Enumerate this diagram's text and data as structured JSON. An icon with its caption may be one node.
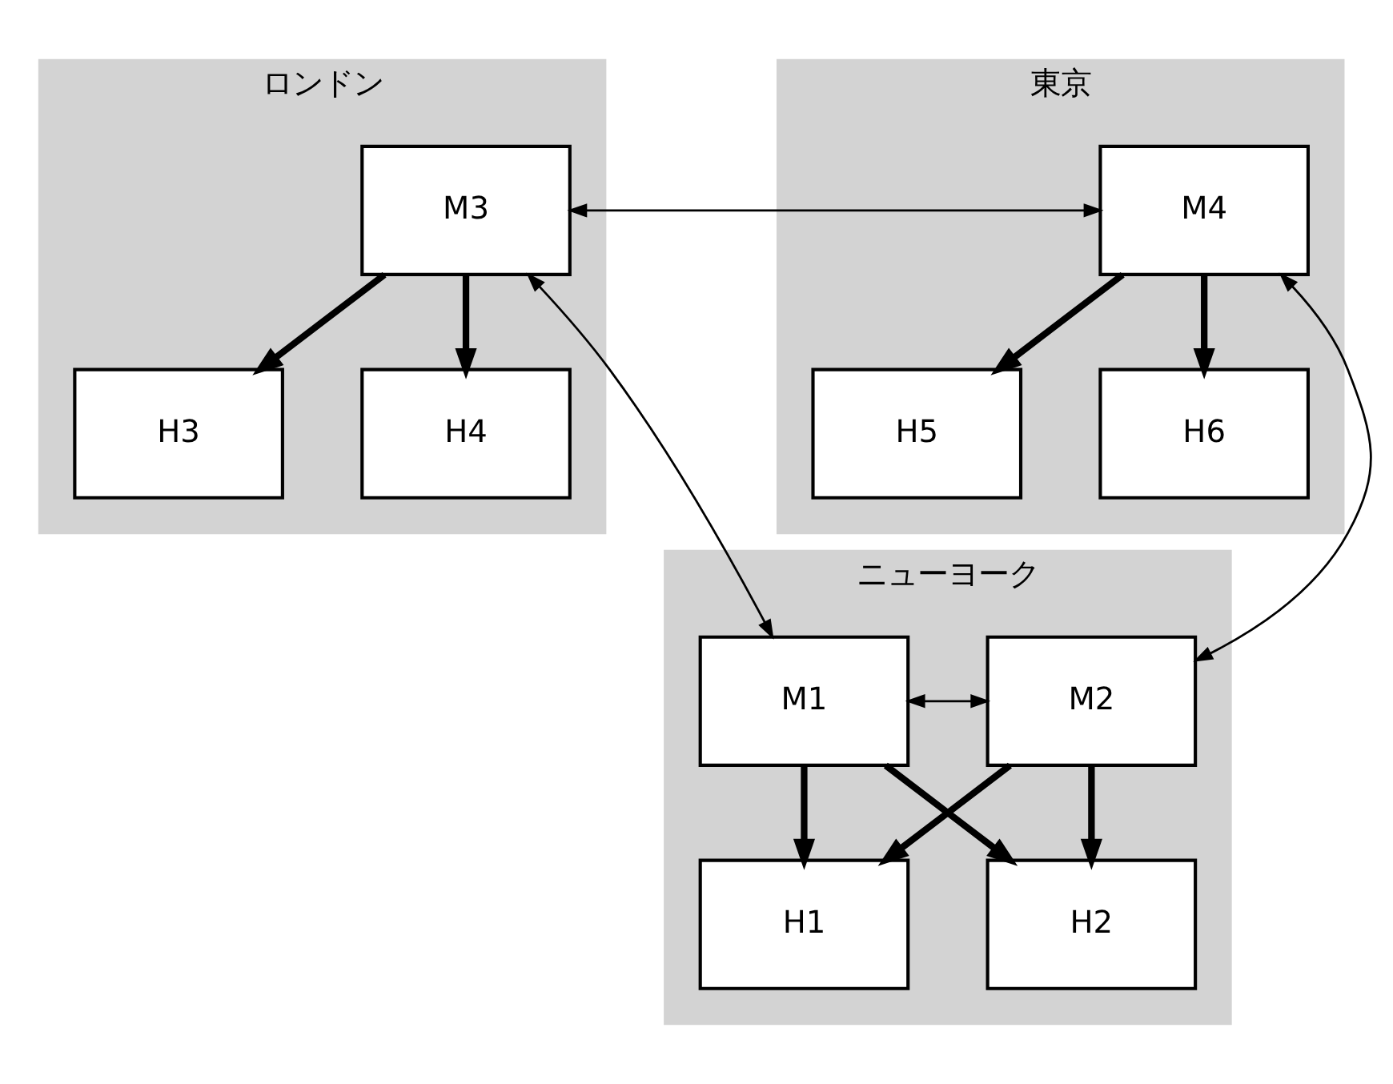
{
  "diagram": {
    "nodes": [
      {
        "text": [
          "ロンドン"
        ]
      },
      {
        "text": [
          "M3"
        ],
        "in": 0
      },
      {
        "text": [
          "H3"
        ],
        "in": 0
      },
      {
        "text": [
          "H4"
        ],
        "in": 0
      },
      {
        "text": [
          "東京"
        ]
      },
      {
        "text": [
          "M4"
        ],
        "in": 4
      },
      {
        "text": [
          "H5"
        ],
        "in": 4
      },
      {
        "text": [
          "H6"
        ],
        "in": 4
      },
      {
        "text": [
          "ニューヨーク"
        ]
      },
      {
        "text": [
          "M1"
        ],
        "in": 8
      },
      {
        "text": [
          "M2"
        ],
        "in": 8
      },
      {
        "text": [
          "H1"
        ],
        "in": 8
      },
      {
        "text": [
          "H2"
        ],
        "in": 8
      }
    ],
    "edges": [
      {
        "from": 1,
        "to": 5,
        "arrow": "both"
      },
      {
        "from": 1,
        "to": 9,
        "arrow": "both"
      },
      {
        "from": 5,
        "to": 10,
        "arrow": "both"
      },
      {
        "from": 1,
        "to": 2,
        "arrow": "to"
      },
      {
        "from": 1,
        "to": 3,
        "arrow": "to"
      },
      {
        "from": 5,
        "to": 6,
        "arrow": "to"
      },
      {
        "from": 5,
        "to": 7,
        "arrow": "to"
      },
      {
        "from": 9,
        "to": 10,
        "arrow": "both"
      },
      {
        "from": 9,
        "to": 11,
        "arrow": "to"
      },
      {
        "from": 9,
        "to": 12,
        "arrow": "to"
      },
      {
        "from": 10,
        "to": 11,
        "arrow": "to"
      },
      {
        "from": 10,
        "to": 12,
        "arrow": "to"
      }
    ]
  }
}
